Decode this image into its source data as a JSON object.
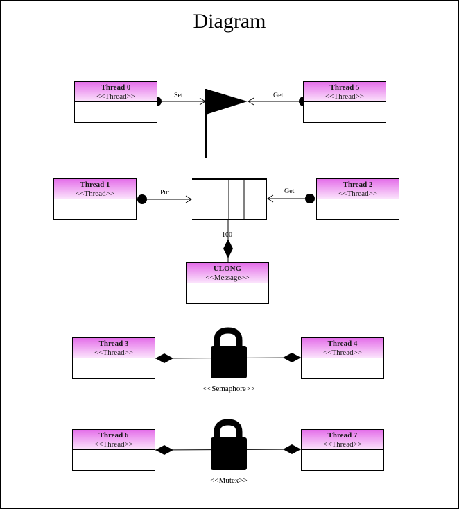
{
  "title": "Diagram",
  "classes": {
    "t0": {
      "name": "Thread 0",
      "stereotype": "<<Thread>>"
    },
    "t5": {
      "name": "Thread 5",
      "stereotype": "<<Thread>>"
    },
    "t1": {
      "name": "Thread 1",
      "stereotype": "<<Thread>>"
    },
    "t2": {
      "name": "Thread 2",
      "stereotype": "<<Thread>>"
    },
    "ulong": {
      "name": "ULONG",
      "stereotype": "<<Message>>"
    },
    "t3": {
      "name": "Thread 3",
      "stereotype": "<<Thread>>"
    },
    "t4": {
      "name": "Thread 4",
      "stereotype": "<<Thread>>"
    },
    "t6": {
      "name": "Thread 6",
      "stereotype": "<<Thread>>"
    },
    "t7": {
      "name": "Thread 7",
      "stereotype": "<<Thread>>"
    }
  },
  "labels": {
    "set": "Set",
    "get_flag": "Get",
    "put": "Put",
    "get_queue": "Get",
    "queue_size": "100",
    "semaphore": "<<Semaphore>>",
    "mutex": "<<Mutex>>"
  },
  "icons": [
    "flag-icon",
    "queue-icon",
    "lock-icon"
  ]
}
